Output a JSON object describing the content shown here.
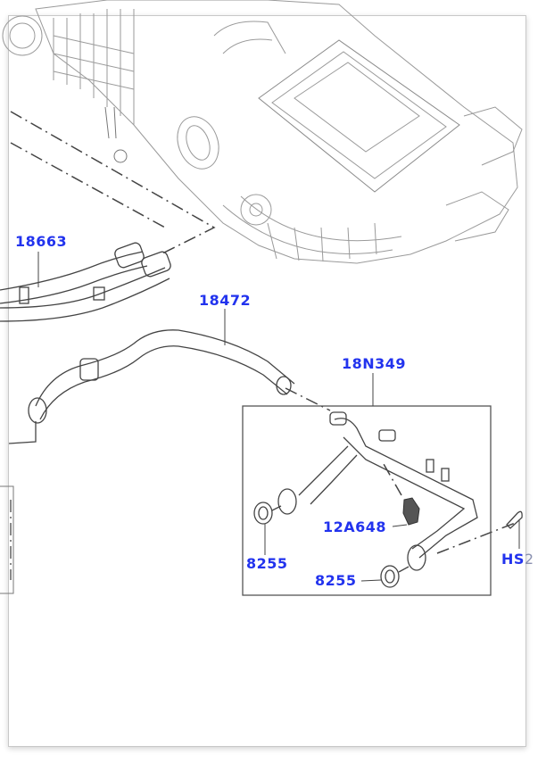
{
  "diagram": {
    "title": "Heater hoses exploded parts diagram",
    "colors": {
      "label": "#2233ee",
      "line": "#555555",
      "faint_line": "#bbbbbb",
      "frame_border": "#c8c8c8"
    },
    "callouts": [
      {
        "id": "18663",
        "text": "18663"
      },
      {
        "id": "18472",
        "text": "18472"
      },
      {
        "id": "18N349",
        "text": "18N349"
      },
      {
        "id": "12A648",
        "text": "12A648"
      },
      {
        "id": "8255_left",
        "text": "8255"
      },
      {
        "id": "8255_bottom",
        "text": "8255"
      },
      {
        "id": "HS2",
        "text_visible": "HS",
        "text_faded": "2"
      }
    ],
    "components": [
      "heater-unit-assembly",
      "heater-hose-pair",
      "heater-hose",
      "heater-pipe-assembly-inset",
      "temperature-sensor",
      "o-ring-seal",
      "o-ring-seal",
      "screw"
    ]
  }
}
